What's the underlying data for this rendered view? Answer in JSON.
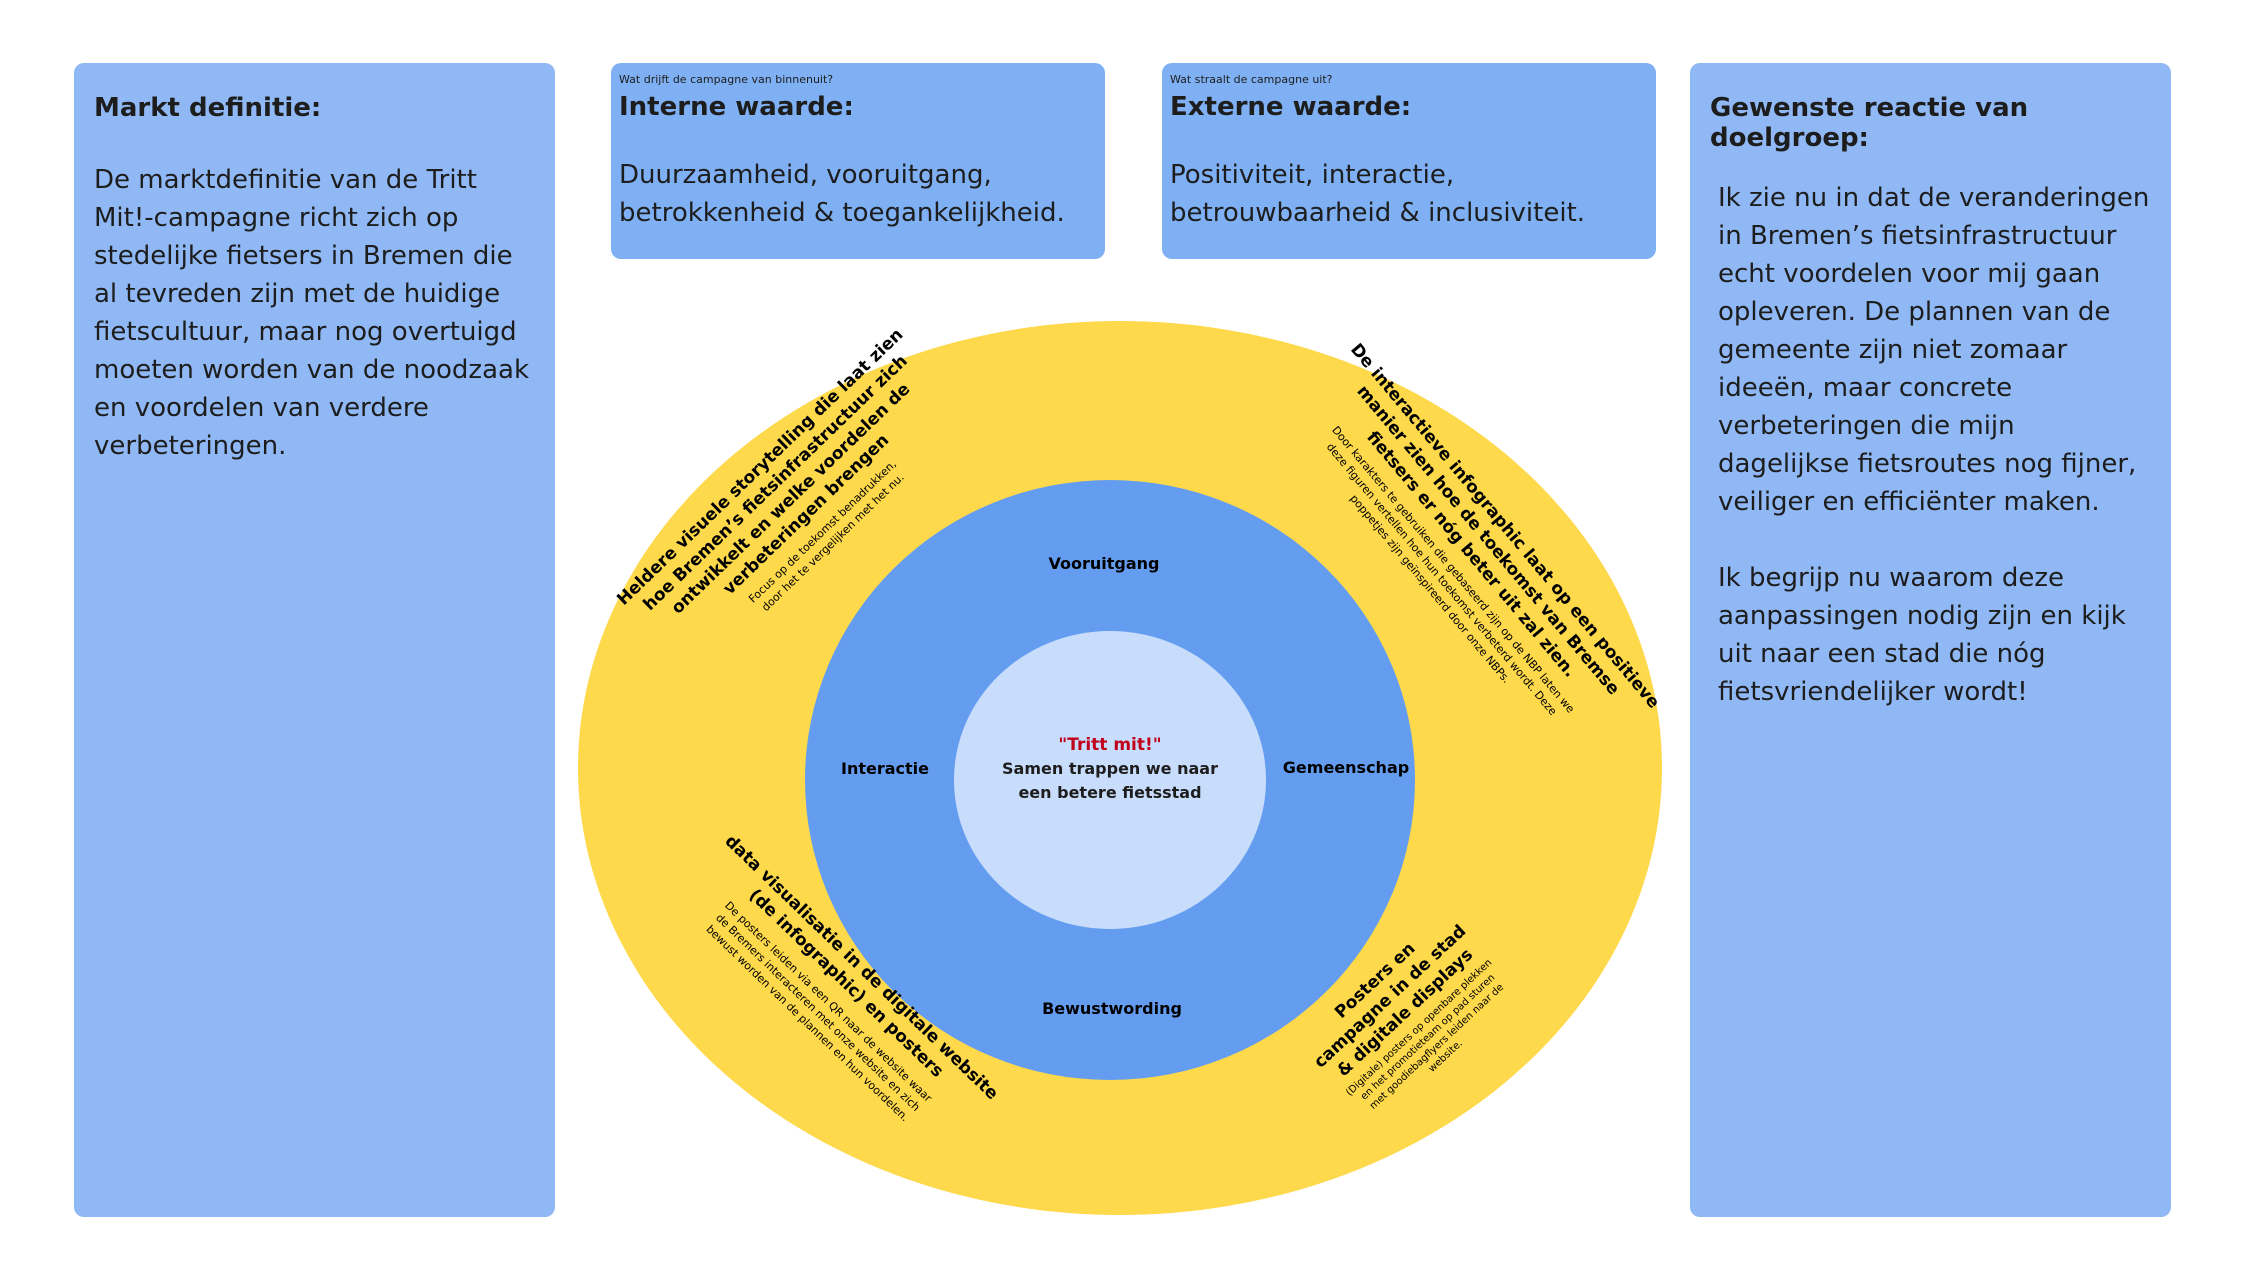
{
  "colors": {
    "card_big": "#8fb8f4",
    "card_small": "#7fb0f3",
    "outer_ring": "#fdd94b",
    "middle_ring": "#649df0",
    "inner_circle": "#c8ddfb",
    "slogan": "#c0001a"
  },
  "market": {
    "title": "Markt definitie:",
    "body": "De marktdefinitie van de Tritt Mit!-campagne richt zich op stedelijke fietsers in Bremen die al tevreden zijn met de huidige fietscultuur, maar nog overtuigd moeten worden van de noodzaak en voordelen van verdere verbeteringen."
  },
  "internal": {
    "question": "Wat drijft de campagne van binnenuit?",
    "title": "Interne waarde:",
    "body": "Duurzaamheid, vooruitgang, betrokkenheid & toegankelijkheid."
  },
  "external": {
    "question": "Wat straalt de campagne uit?",
    "title": "Externe waarde:",
    "body": "Positiviteit, interactie, betrouwbaarheid & inclusiviteit."
  },
  "reaction": {
    "title": "Gewenste reactie van doelgroep:",
    "body1": "Ik zie nu in dat de veranderingen in Bremen’s fietsinfrastructuur echt voordelen voor mij gaan opleveren. De plannen van de gemeente zijn niet zomaar ideeën, maar concrete verbeteringen die mijn dagelijkse fietsroutes nog fijner, veiliger en efficiënter maken.",
    "body2": "Ik begrijp nu waarom deze aanpassingen nodig zijn en kijk uit naar een stad die nóg fietsvriendelijker wordt!"
  },
  "diagram": {
    "center": {
      "slogan": "\"Tritt mit!\"",
      "line1": "Samen trappen we naar",
      "line2": "een betere fietsstad"
    },
    "values": {
      "top": "Vooruitgang",
      "left": "Interactie",
      "right": "Gemeenschap",
      "bottom": "Bewustwording"
    },
    "top_left": {
      "title": [
        "Heldere visuele storytelling die laat zien",
        "hoe Bremen’s fietsinfrastructuur zich",
        "ontwikkelt en welke voordelen de",
        "verbeteringen brengen"
      ],
      "note": [
        "Focus op de toekomst benadrukken,",
        "door het te vergelijken met het nu."
      ]
    },
    "top_right": {
      "title": [
        "De interactieve infographic laat op een positieve",
        "manier zien hoe de toekomst van Bremse",
        "fietsers er nóg beter uit zal zien."
      ],
      "note": [
        "Door karakters te gebruiken die gebaseerd zijn op de NBP laten we",
        "deze figuren vertellen hoe hun toekomst verbeterd wordt. Deze",
        "poppetjes zijn geïnspireerd door onze NBPs."
      ]
    },
    "bottom_left": {
      "title": [
        "data visualisatie in de digitale website",
        "(de infographic) en posters"
      ],
      "note": [
        "De posters leiden via een QR naar de website waar",
        "de Bremers  interacteren met onze website en  zich",
        "bewust worden van de plannen en hun voordelen."
      ]
    },
    "bottom_right": {
      "title": [
        "Posters en",
        "campagne in de stad",
        "& digitale displays"
      ],
      "note": [
        "(Digitale) posters op openbare plekken",
        "en het promotieteam op pad sturen",
        "met goodiebagflyers leiden naar de",
        "website."
      ]
    }
  }
}
